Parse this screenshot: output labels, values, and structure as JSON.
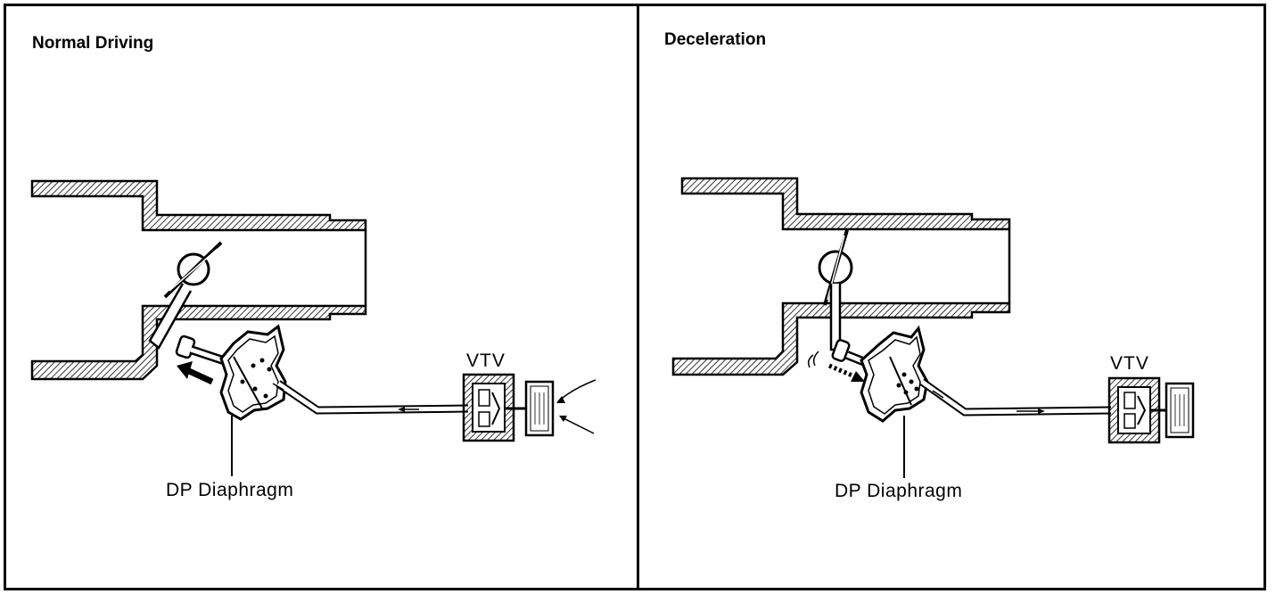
{
  "panels": [
    {
      "title": "Normal Driving",
      "diaphragm_label": "DP Diaphragm",
      "valve_label": "VTV"
    },
    {
      "title": "Deceleration",
      "diaphragm_label": "DP Diaphragm",
      "valve_label": "VTV"
    }
  ],
  "colors": {
    "ink": "#000000",
    "paper": "#ffffff"
  },
  "icons": {
    "throttle_plate": "throttle-butterfly-valve-icon",
    "diaphragm": "dashpot-diaphragm-icon",
    "valve": "vacuum-transmitting-valve-icon",
    "filter": "air-filter-element-icon"
  }
}
